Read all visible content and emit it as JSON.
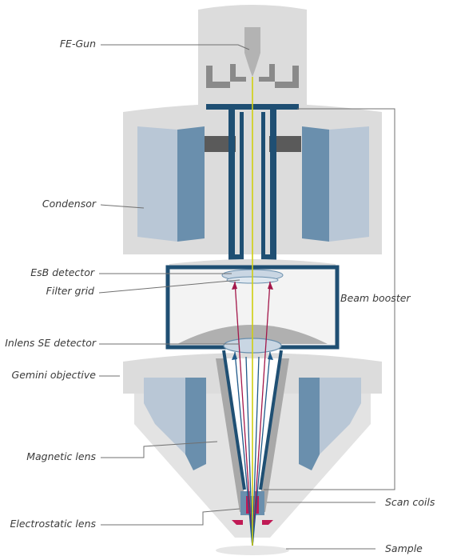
{
  "labels": {
    "fe_gun": "FE-Gun",
    "condensor": "Condensor",
    "esb_detector": "EsB detector",
    "filter_grid": "Filter grid",
    "inlens_se_detector": "Inlens SE detector",
    "gemini_objective": "Gemini objective",
    "magnetic_lens": "Magnetic lens",
    "electrostatic_lens": "Electrostatic lens",
    "beam_booster": "Beam booster",
    "scan_coils": "Scan coils",
    "sample": "Sample"
  },
  "colors": {
    "housing": "#dcdcdc",
    "housing_light": "#e9e9e9",
    "navy": "#1f4f73",
    "lens_light": "#b9c7d6",
    "lens_dark": "#6a8fad",
    "beam": "#d6d600",
    "red_ray": "#a3174a",
    "blue_ray": "#1f5a8a",
    "leader": "#707070"
  }
}
